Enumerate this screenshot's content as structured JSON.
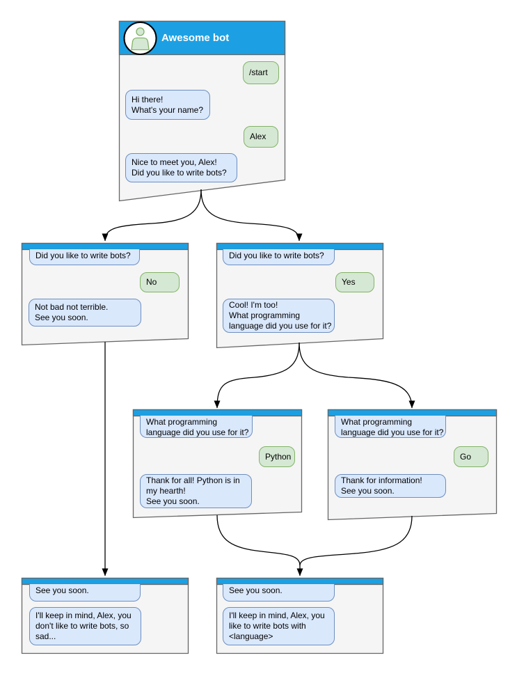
{
  "colors": {
    "header_blue": "#1CA0E3",
    "window_fill": "#F5F5F5",
    "window_border": "#666666",
    "bot_bubble_fill": "#DAE8FC",
    "bot_bubble_border": "#6C8EBF",
    "user_bubble_fill": "#D5E8D4",
    "user_bubble_border": "#82B366",
    "connector": "#000000"
  },
  "windows": {
    "root": {
      "title": "Awesome bot",
      "avatar_icon": "person-icon",
      "messages": [
        {
          "from": "user",
          "text": "/start"
        },
        {
          "from": "bot",
          "text": "Hi there!\nWhat's your name?"
        },
        {
          "from": "user",
          "text": "Alex"
        },
        {
          "from": "bot",
          "text": "Nice to meet you, Alex!\nDid you like to write bots?"
        }
      ]
    },
    "branch_no": {
      "messages": [
        {
          "from": "bot",
          "clipped": true,
          "text": "Did you like to write bots?"
        },
        {
          "from": "user",
          "text": "No"
        },
        {
          "from": "bot",
          "text": "Not bad not terrible.\nSee you soon."
        }
      ]
    },
    "branch_yes": {
      "messages": [
        {
          "from": "bot",
          "clipped": true,
          "text": "Did you like to write bots?"
        },
        {
          "from": "user",
          "text": "Yes"
        },
        {
          "from": "bot",
          "text": "Cool! I'm too!\nWhat programming\nlanguage did you use for it?"
        }
      ]
    },
    "lang_python": {
      "messages": [
        {
          "from": "bot",
          "clipped": true,
          "text": "What programming\nlanguage did you use for it?"
        },
        {
          "from": "user",
          "text": "Python"
        },
        {
          "from": "bot",
          "text": "Thank for all! Python is in\nmy hearth!\nSee you soon."
        }
      ]
    },
    "lang_go": {
      "messages": [
        {
          "from": "bot",
          "clipped": true,
          "text": "What programming\nlanguage did you use for it?"
        },
        {
          "from": "user",
          "text": "Go"
        },
        {
          "from": "bot",
          "text": "Thank for information!\nSee you soon."
        }
      ]
    },
    "end_no": {
      "messages": [
        {
          "from": "bot",
          "clipped": true,
          "text": "See you soon."
        },
        {
          "from": "bot",
          "text": "I'll keep in mind, Alex, you\ndon't like to write bots, so\nsad..."
        }
      ]
    },
    "end_yes": {
      "messages": [
        {
          "from": "bot",
          "clipped": true,
          "text": "See you soon."
        },
        {
          "from": "bot",
          "text": "I'll keep in mind, Alex, you\nlike to write bots with\n<language>"
        }
      ]
    }
  },
  "edges": [
    {
      "from": "root",
      "to": "branch_no"
    },
    {
      "from": "root",
      "to": "branch_yes"
    },
    {
      "from": "branch_yes",
      "to": "lang_python"
    },
    {
      "from": "branch_yes",
      "to": "lang_go"
    },
    {
      "from": "branch_no",
      "to": "end_no"
    },
    {
      "from": "lang_python",
      "to": "end_yes"
    },
    {
      "from": "lang_go",
      "to": "end_yes"
    }
  ]
}
